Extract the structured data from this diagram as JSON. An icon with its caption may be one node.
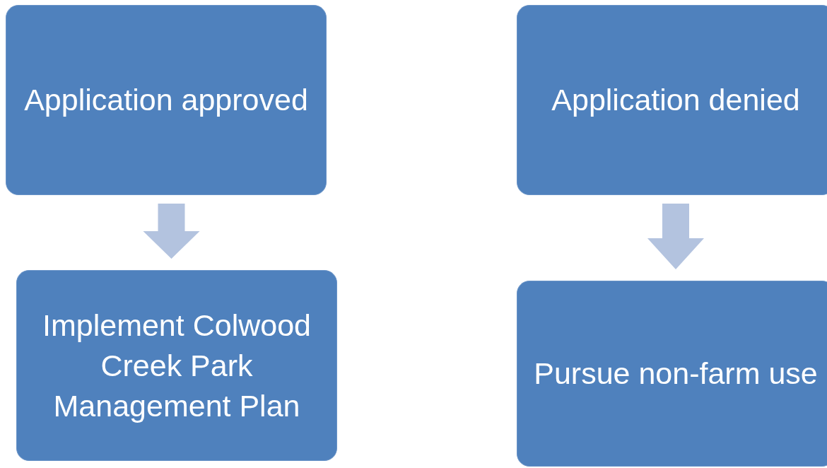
{
  "diagram": {
    "nodes": [
      {
        "text": [
          "Application approved"
        ]
      },
      {
        "text": [
          "Implement Colwood Creek Park Management Plan"
        ]
      },
      {
        "text": [
          "Application denied"
        ]
      },
      {
        "text": [
          "Pursue non-farm use"
        ]
      }
    ],
    "edges": [
      {
        "from": 0,
        "to": 1,
        "arrow": "to"
      },
      {
        "from": 2,
        "to": 3,
        "arrow": "to"
      }
    ]
  }
}
